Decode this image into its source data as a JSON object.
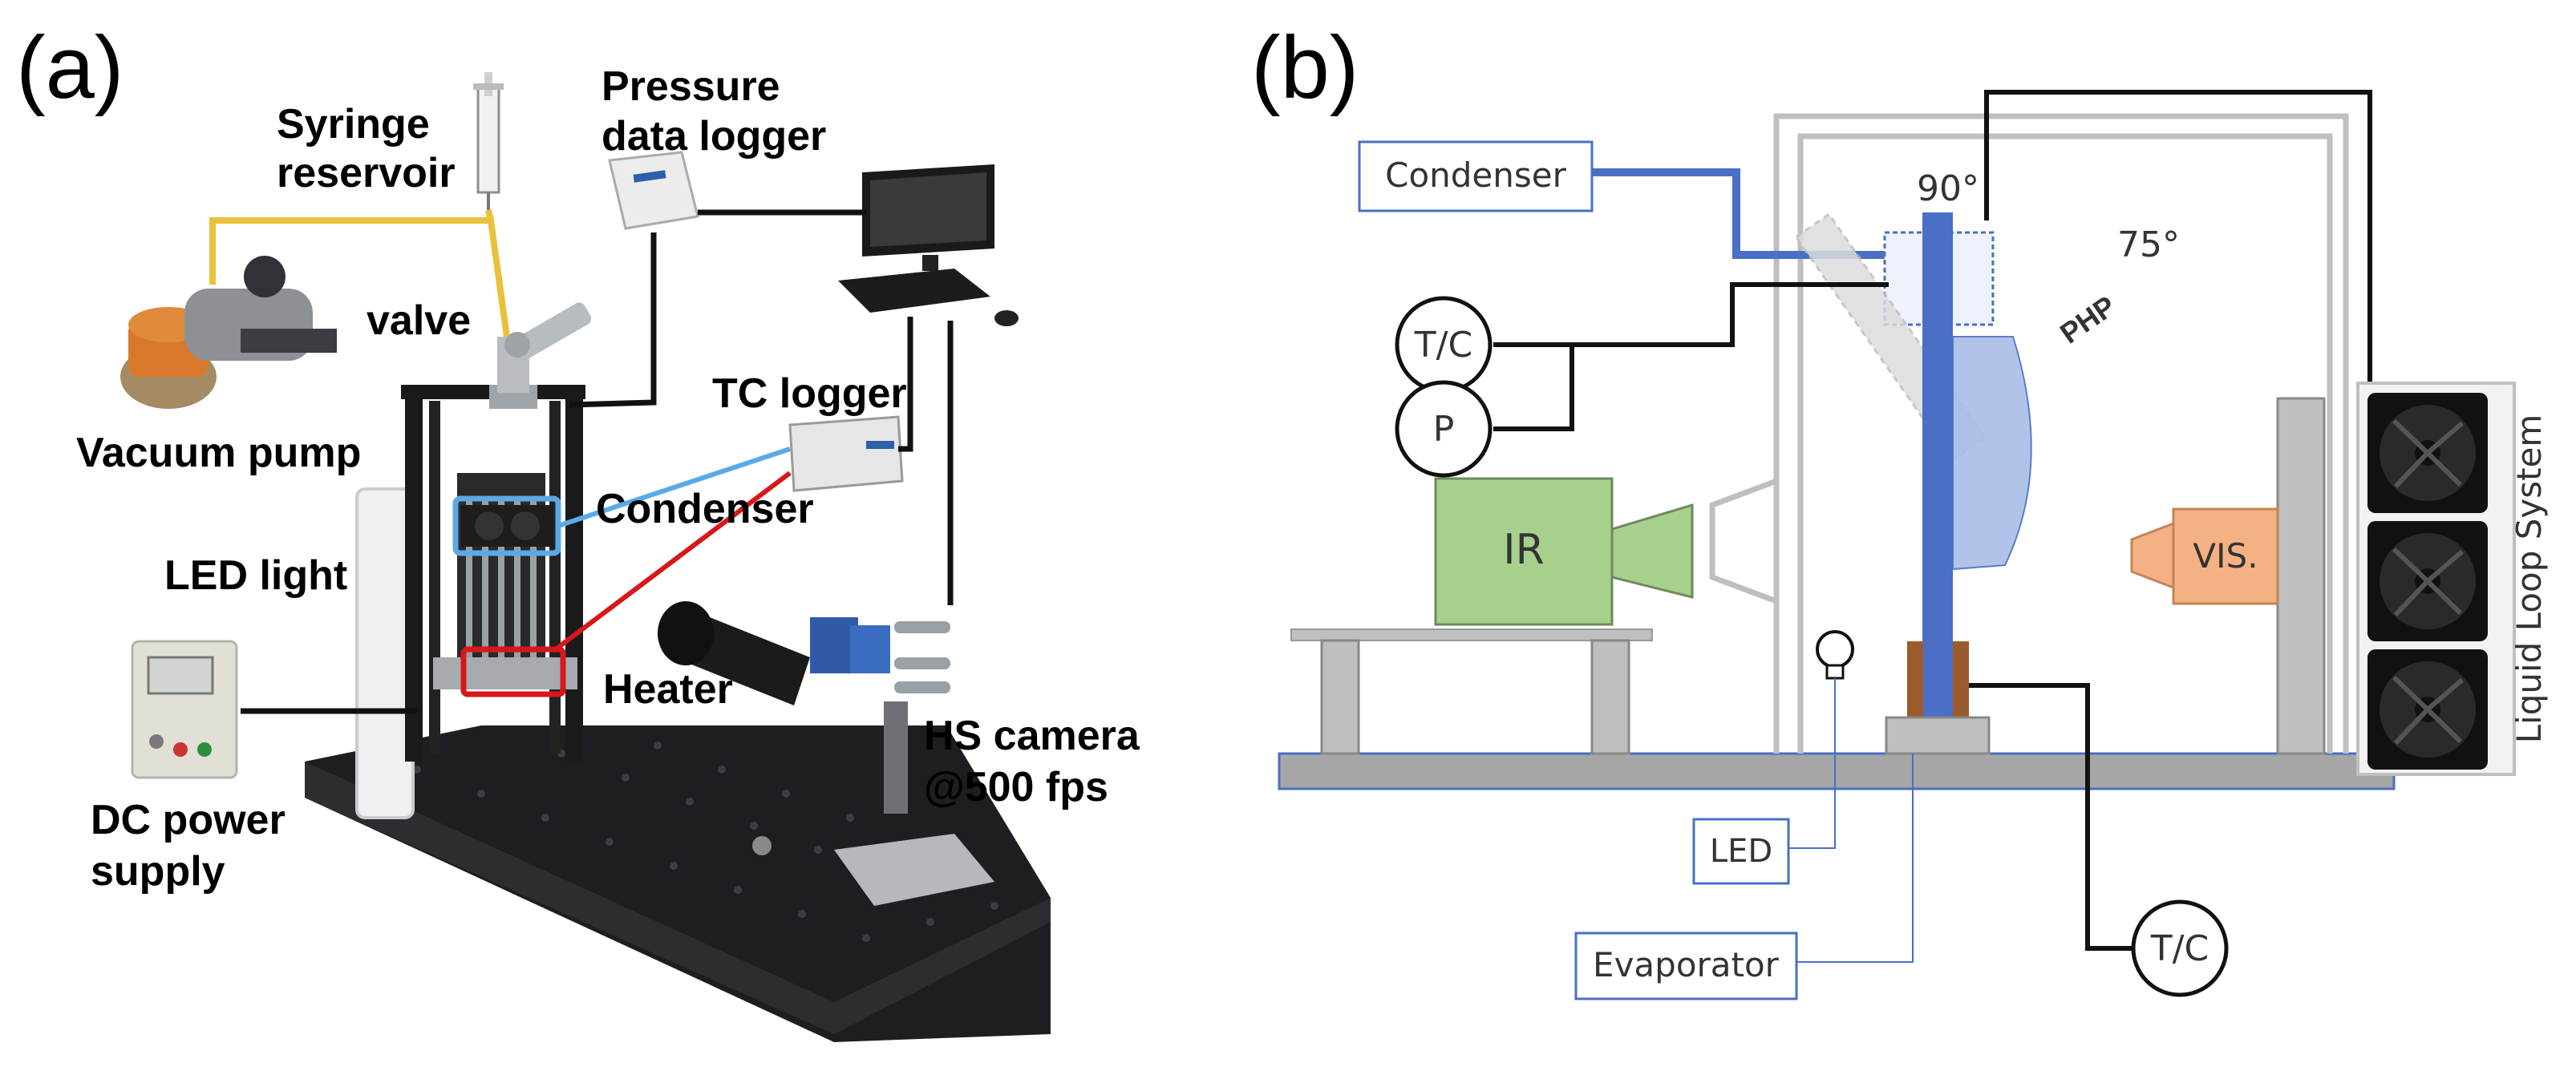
{
  "panel_a": {
    "label": "(a)",
    "annotations": {
      "syringe_line1": "Syringe",
      "syringe_line2": "reservoir",
      "pressure_line1": "Pressure",
      "pressure_line2": "data logger",
      "valve": "valve",
      "vacuum_pump": "Vacuum pump",
      "tc_logger": "TC logger",
      "condenser": "Condenser",
      "led_light": "LED light",
      "heater": "Heater",
      "hs_camera_line1": "HS camera",
      "hs_camera_line2": "@500 fps",
      "dc_line1": "DC power",
      "dc_line2": "supply"
    },
    "colors": {
      "syringe_tube": "#e8c23a",
      "condenser_box": "#5aa9e6",
      "heater_box": "#d8171b",
      "wire": "#111111"
    }
  },
  "panel_b": {
    "label": "(b)",
    "labels": {
      "condenser": "Condenser",
      "angle_90": "90°",
      "angle_75": "75°",
      "php": "PHP",
      "tc_top": "T/C",
      "p": "P",
      "ir": "IR",
      "vis": "VIS.",
      "led": "LED",
      "evaporator": "Evaporator",
      "tc_bottom": "T/C",
      "liquid_loop": "Liquid Loop System"
    },
    "colors": {
      "condenser_line": "#4a6fc4",
      "tube_blue": "#4a6fc4",
      "php_bubble": "#a9bde6",
      "ir_green": "#a8d08d",
      "vis_orange": "#f4b183",
      "heater_brown": "#9c5b2b",
      "frame_gray": "#bfbfbf",
      "base_gray": "#a6a6a6"
    }
  }
}
